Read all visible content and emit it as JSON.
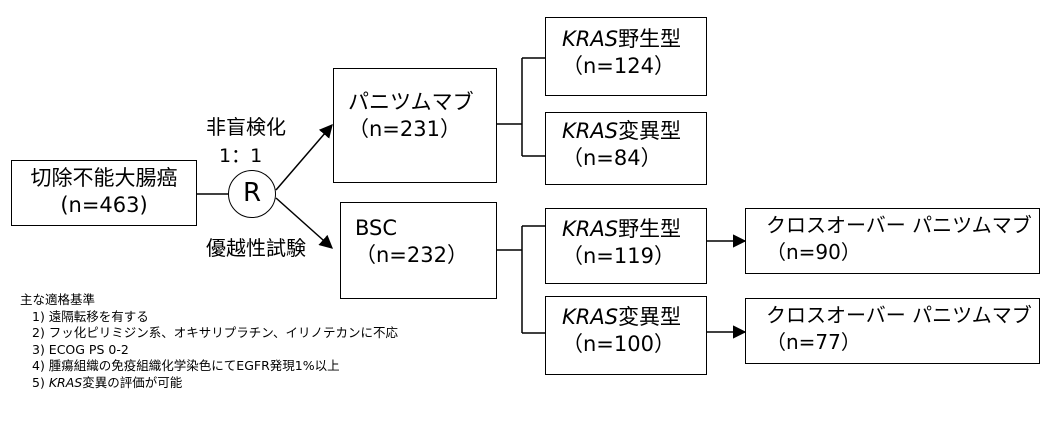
{
  "start": {
    "label": "切除不能大腸癌",
    "n": "(n=463)"
  },
  "randomization": {
    "title": "非盲検化",
    "ratio": "1：1",
    "symbol": "R",
    "design": "優越性試験"
  },
  "arms": {
    "pan": {
      "label": "パニツムマブ",
      "n": "（n=231）"
    },
    "bsc": {
      "label": "BSC",
      "n": "（n=232）"
    }
  },
  "subgroups": {
    "pan_wt": {
      "gene": "KRAS",
      "type": "野生型",
      "n": "（n=124）"
    },
    "pan_mut": {
      "gene": "KRAS",
      "type": "変異型",
      "n": "（n=84）"
    },
    "bsc_wt": {
      "gene": "KRAS",
      "type": "野生型",
      "n": "（n=119）"
    },
    "bsc_mut": {
      "gene": "KRAS",
      "type": "変異型",
      "n": "（n=100）"
    }
  },
  "crossover": {
    "wt": {
      "label": "クロスオーバー パニツムマブ",
      "n": "（n=90）"
    },
    "mut": {
      "label": "クロスオーバー パニツムマブ",
      "n": "（n=77）"
    }
  },
  "criteria": {
    "title": "主な適格基準",
    "items": [
      "1) 遠隔転移を有する",
      "2) フッ化ピリミジン系、オキサリプラチン、イリノテカンに不応",
      "3) ECOG PS 0-2",
      "4) 腫瘍組織の免疫組織化学染色にてEGFR発現1%以上"
    ],
    "item5": {
      "prefix": "5) ",
      "gene": "KRAS",
      "text": "変異の評価が可能"
    }
  }
}
